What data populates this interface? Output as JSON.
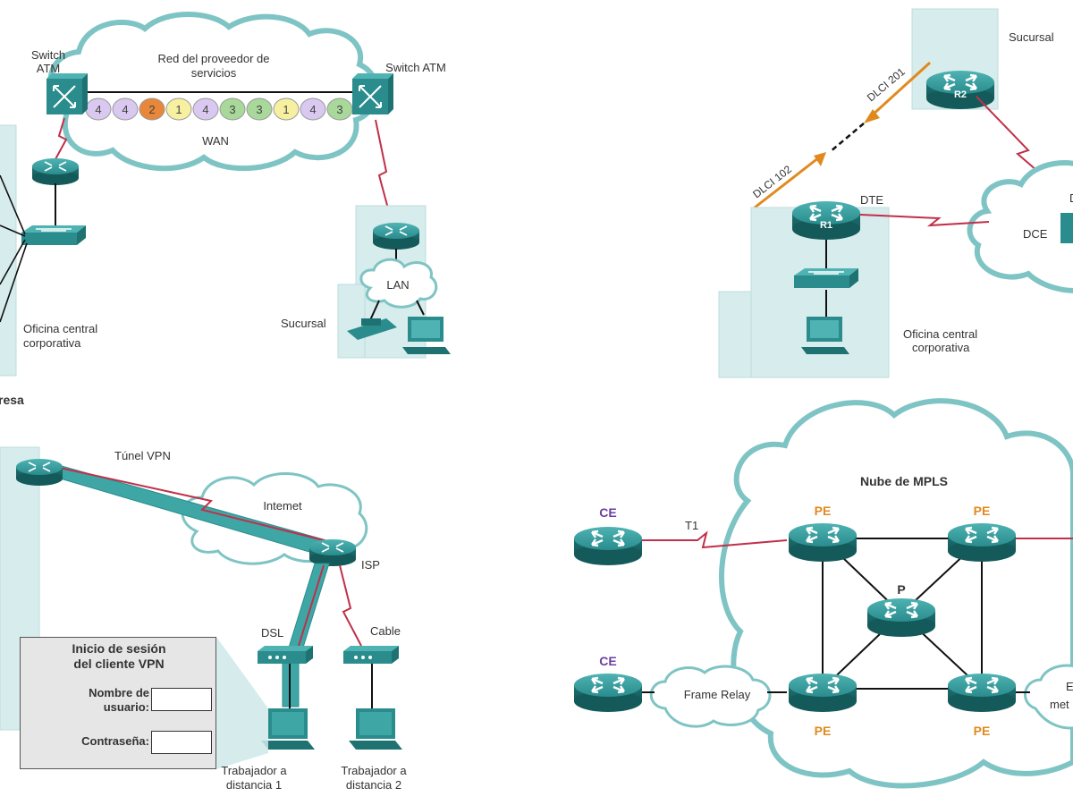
{
  "q1": {
    "cloud_label_1": "Red del proveedor de",
    "cloud_label_2": "servicios",
    "wan_label": "WAN",
    "switch_left_1": "Switch",
    "switch_left_2": "ATM",
    "switch_right": "Switch ATM",
    "cells": [
      {
        "value": "4",
        "color": "#d9c8ef"
      },
      {
        "value": "4",
        "color": "#d9c8ef"
      },
      {
        "value": "2",
        "color": "#e8873a"
      },
      {
        "value": "1",
        "color": "#f6f0a0"
      },
      {
        "value": "4",
        "color": "#d9c8ef"
      },
      {
        "value": "3",
        "color": "#a8d89a"
      },
      {
        "value": "3",
        "color": "#a8d89a"
      },
      {
        "value": "1",
        "color": "#f6f0a0"
      },
      {
        "value": "4",
        "color": "#d9c8ef"
      },
      {
        "value": "3",
        "color": "#a8d89a"
      }
    ],
    "lan_label": "LAN",
    "branch_label": "Sucursal",
    "hq_label_1": "Oficina central",
    "hq_label_2": "corporativa",
    "cut_label": "resa"
  },
  "q2": {
    "branch_label": "Sucursal",
    "r2_label": "R2",
    "r1_label": "R1",
    "dlci_201": "DLCI 201",
    "dlci_102": "DLCI 102",
    "dte_label": "DTE",
    "dce_label": "DCE",
    "dte_cut": "D",
    "hq_label_1": "Oficina central",
    "hq_label_2": "corporativa"
  },
  "q3": {
    "tunnel_label": "Túnel VPN",
    "internet_label": "Intemet",
    "isp_label": "ISP",
    "dsl_label": "DSL",
    "cable_label": "Cable",
    "worker1_1": "Trabajador a",
    "worker1_2": "distancia 1",
    "worker2_1": "Trabajador a",
    "worker2_2": "distancia 2",
    "login": {
      "title_1": "Inicio de sesión",
      "title_2": "del cliente VPN",
      "user_label_1": "Nombre de",
      "user_label_2": "usuario:",
      "user_value": "",
      "pass_label": "Contraseña:",
      "pass_value": ""
    }
  },
  "q4": {
    "cloud_title": "Nube de MPLS",
    "ce_top": "CE",
    "ce_bottom": "CE",
    "t1_label": "T1",
    "pe_tl": "PE",
    "pe_tr": "PE",
    "pe_bl": "PE",
    "pe_br": "PE",
    "p_label": "P",
    "frame_relay": "Frame Relay",
    "cut_1": "E",
    "cut_2": "met"
  },
  "colors": {
    "device": "#2a8c8c",
    "cloud_outline": "#7fc4c4",
    "link_red": "#c0304a",
    "arrow_orange": "#e08a1e",
    "pe_orange": "#e08a1e",
    "ce_purple": "#6b3fa0"
  }
}
